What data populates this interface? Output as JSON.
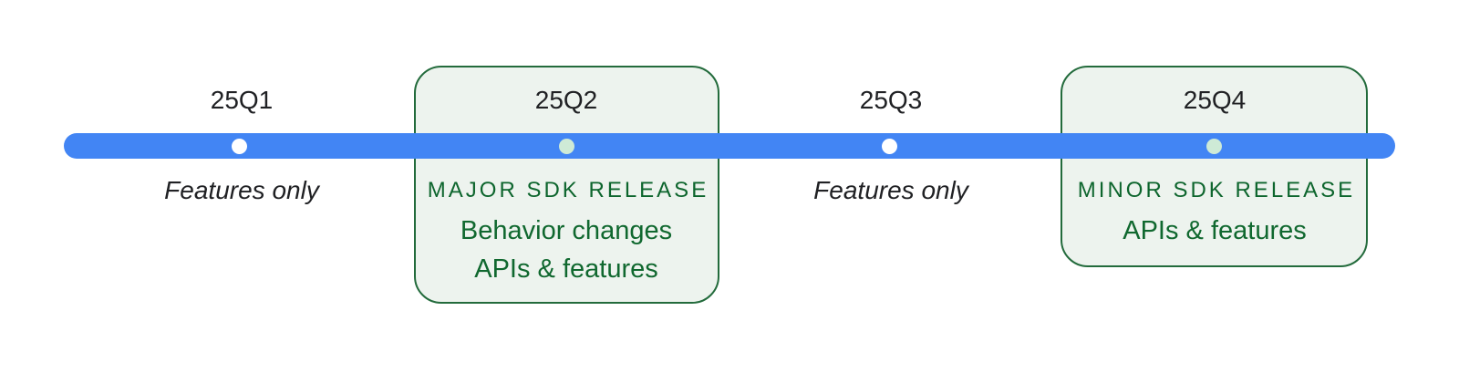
{
  "colors": {
    "timeline_blue": "#4285f4",
    "dot_white": "#ffffff",
    "dot_green": "#ceead6",
    "box_border_green": "#236b3c",
    "box_fill_green": "#edf3ee",
    "text_green_title": "#0d652d",
    "text_green_item": "#10682f",
    "text_dark": "#202124",
    "canvas_bg": "#ffffff"
  },
  "timeline": {
    "quarters": [
      {
        "label": "25Q1",
        "marker": "white-dot",
        "note": "Features only"
      },
      {
        "label": "25Q2",
        "marker": "green-dot",
        "box": {
          "title": "MAJOR SDK RELEASE",
          "items": [
            "Behavior changes",
            "APIs & features"
          ]
        }
      },
      {
        "label": "25Q3",
        "marker": "white-dot",
        "note": "Features only"
      },
      {
        "label": "25Q4",
        "marker": "green-dot",
        "box": {
          "title": "MINOR SDK RELEASE",
          "items": [
            "APIs & features"
          ]
        }
      }
    ]
  }
}
